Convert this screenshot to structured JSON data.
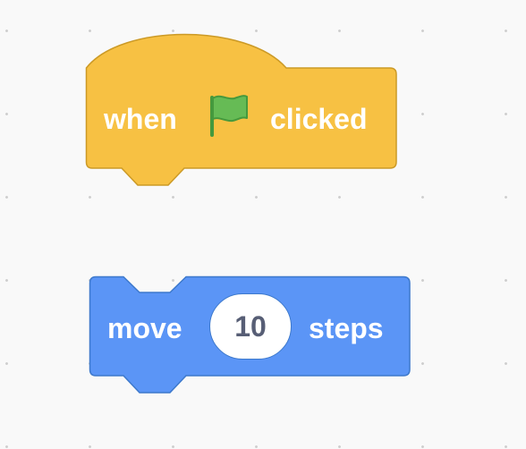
{
  "workspace": {
    "background_color": "#f9f9f9",
    "grid_dot_color": "#cfcfcf"
  },
  "hat_block": {
    "category": "events",
    "fill_color": "#f7c143",
    "border_color": "#cc9a26",
    "text_before": "when",
    "icon": "green-flag-icon",
    "text_after": "clicked"
  },
  "move_block": {
    "category": "motion",
    "fill_color": "#5b95f6",
    "border_color": "#3d79cc",
    "text_before": "move",
    "input_value": "10",
    "text_after": "steps"
  },
  "flag_colors": {
    "fill": "#66bb55",
    "stroke": "#45993d"
  }
}
